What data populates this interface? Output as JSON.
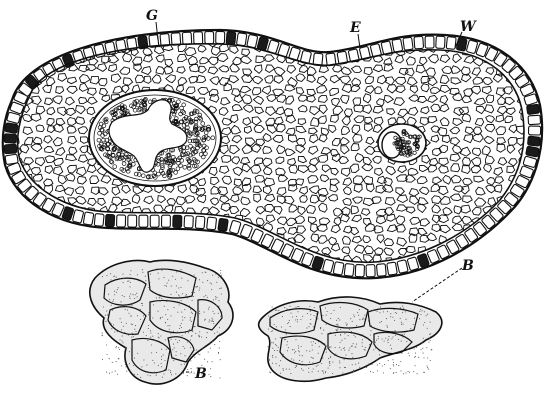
{
  "labels": {
    "g": "G",
    "e": "E",
    "w": "W",
    "b_right": "B",
    "b_left": "B"
  },
  "colors": {
    "ink": "#111111",
    "cell_fill": "#e9e9e9",
    "dark_cell": "#1a1a1a",
    "paper": "#ffffff"
  }
}
